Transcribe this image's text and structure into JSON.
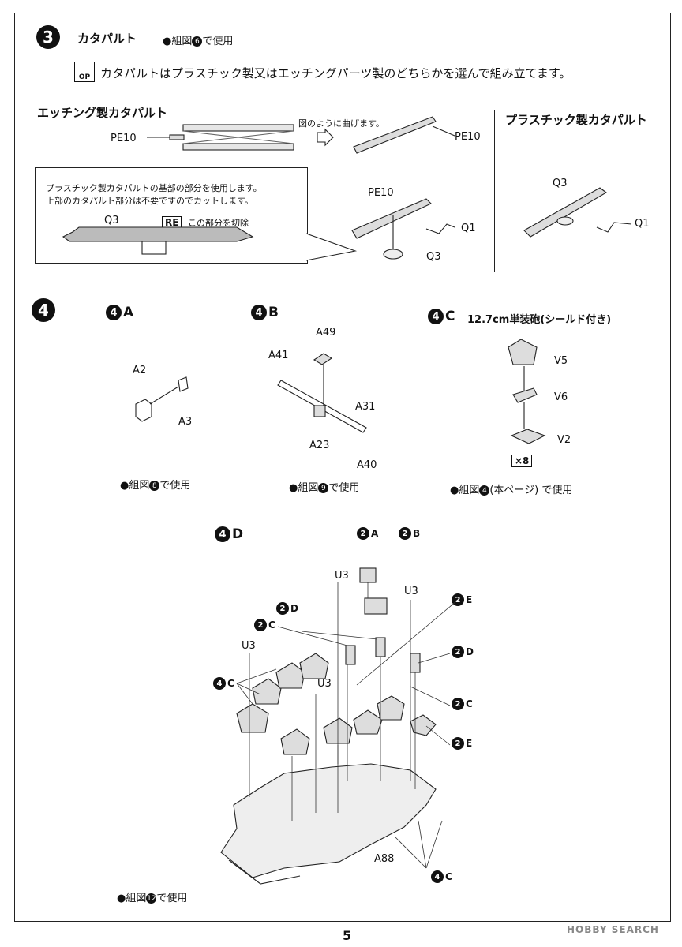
{
  "step3": {
    "number": "3",
    "title": "カタパルト",
    "usage_prefix": "●組図",
    "usage_ref": "6",
    "usage_suffix": "で使用",
    "op_icon": "OP",
    "instruction": "カタパルトはプラスチック製又はエッチングパーツ製のどちらかを選んで組み立てます。",
    "etching_title": "エッチング製カタパルト",
    "plastic_title": "プラスチック製カタパルト",
    "bend_note": "図のように曲げます。",
    "box_note_line1": "プラスチック製カタパルトの基部の部分を使用します。",
    "box_note_line2": "上部のカタパルト部分は不要ですのでカットします。",
    "re_tag": "RE",
    "cut_note": "この部分を切除",
    "labels": {
      "pe10_a": "PE10",
      "pe10_b": "PE10",
      "pe10_c": "PE10",
      "q3_box": "Q3",
      "q1_a": "Q1",
      "q3_a": "Q3",
      "q3_b": "Q3",
      "q1_b": "Q1"
    }
  },
  "step4": {
    "number": "4",
    "sub_a": {
      "badge": "4",
      "letter": "A",
      "labels": {
        "a2": "A2",
        "a3": "A3"
      },
      "usage_prefix": "●組図",
      "usage_ref": "8",
      "usage_suffix": "で使用"
    },
    "sub_b": {
      "badge": "4",
      "letter": "B",
      "labels": {
        "a49": "A49",
        "a41": "A41",
        "a31": "A31",
        "a23": "A23",
        "a40": "A40"
      },
      "usage_prefix": "●組図",
      "usage_ref": "9",
      "usage_suffix": "で使用"
    },
    "sub_c": {
      "badge": "4",
      "letter": "C",
      "title": "12.7cm単装砲(シールド付き)",
      "labels": {
        "v5": "V5",
        "v6": "V6",
        "v2": "V2"
      },
      "qty": "×8",
      "usage_prefix": "●組図",
      "usage_ref": "4",
      "usage_suffix": "(本ページ) で使用"
    },
    "sub_d": {
      "badge": "4",
      "letter": "D",
      "callouts": [
        {
          "badge": "2",
          "letter": "A"
        },
        {
          "badge": "2",
          "letter": "B"
        },
        {
          "badge": "2",
          "letter": "D"
        },
        {
          "badge": "2",
          "letter": "E"
        },
        {
          "badge": "2",
          "letter": "C"
        },
        {
          "badge": "2",
          "letter": "D"
        },
        {
          "badge": "4",
          "letter": "C"
        },
        {
          "badge": "2",
          "letter": "C"
        },
        {
          "badge": "2",
          "letter": "E"
        },
        {
          "badge": "4",
          "letter": "C"
        }
      ],
      "labels": {
        "u3_a": "U3",
        "u3_b": "U3",
        "u3_c": "U3",
        "u3_d": "U3",
        "a88": "A88"
      },
      "usage_prefix": "●組図",
      "usage_ref": "12",
      "usage_suffix": "で使用"
    }
  },
  "page_number": "5",
  "watermark": "HOBBY SEARCH"
}
